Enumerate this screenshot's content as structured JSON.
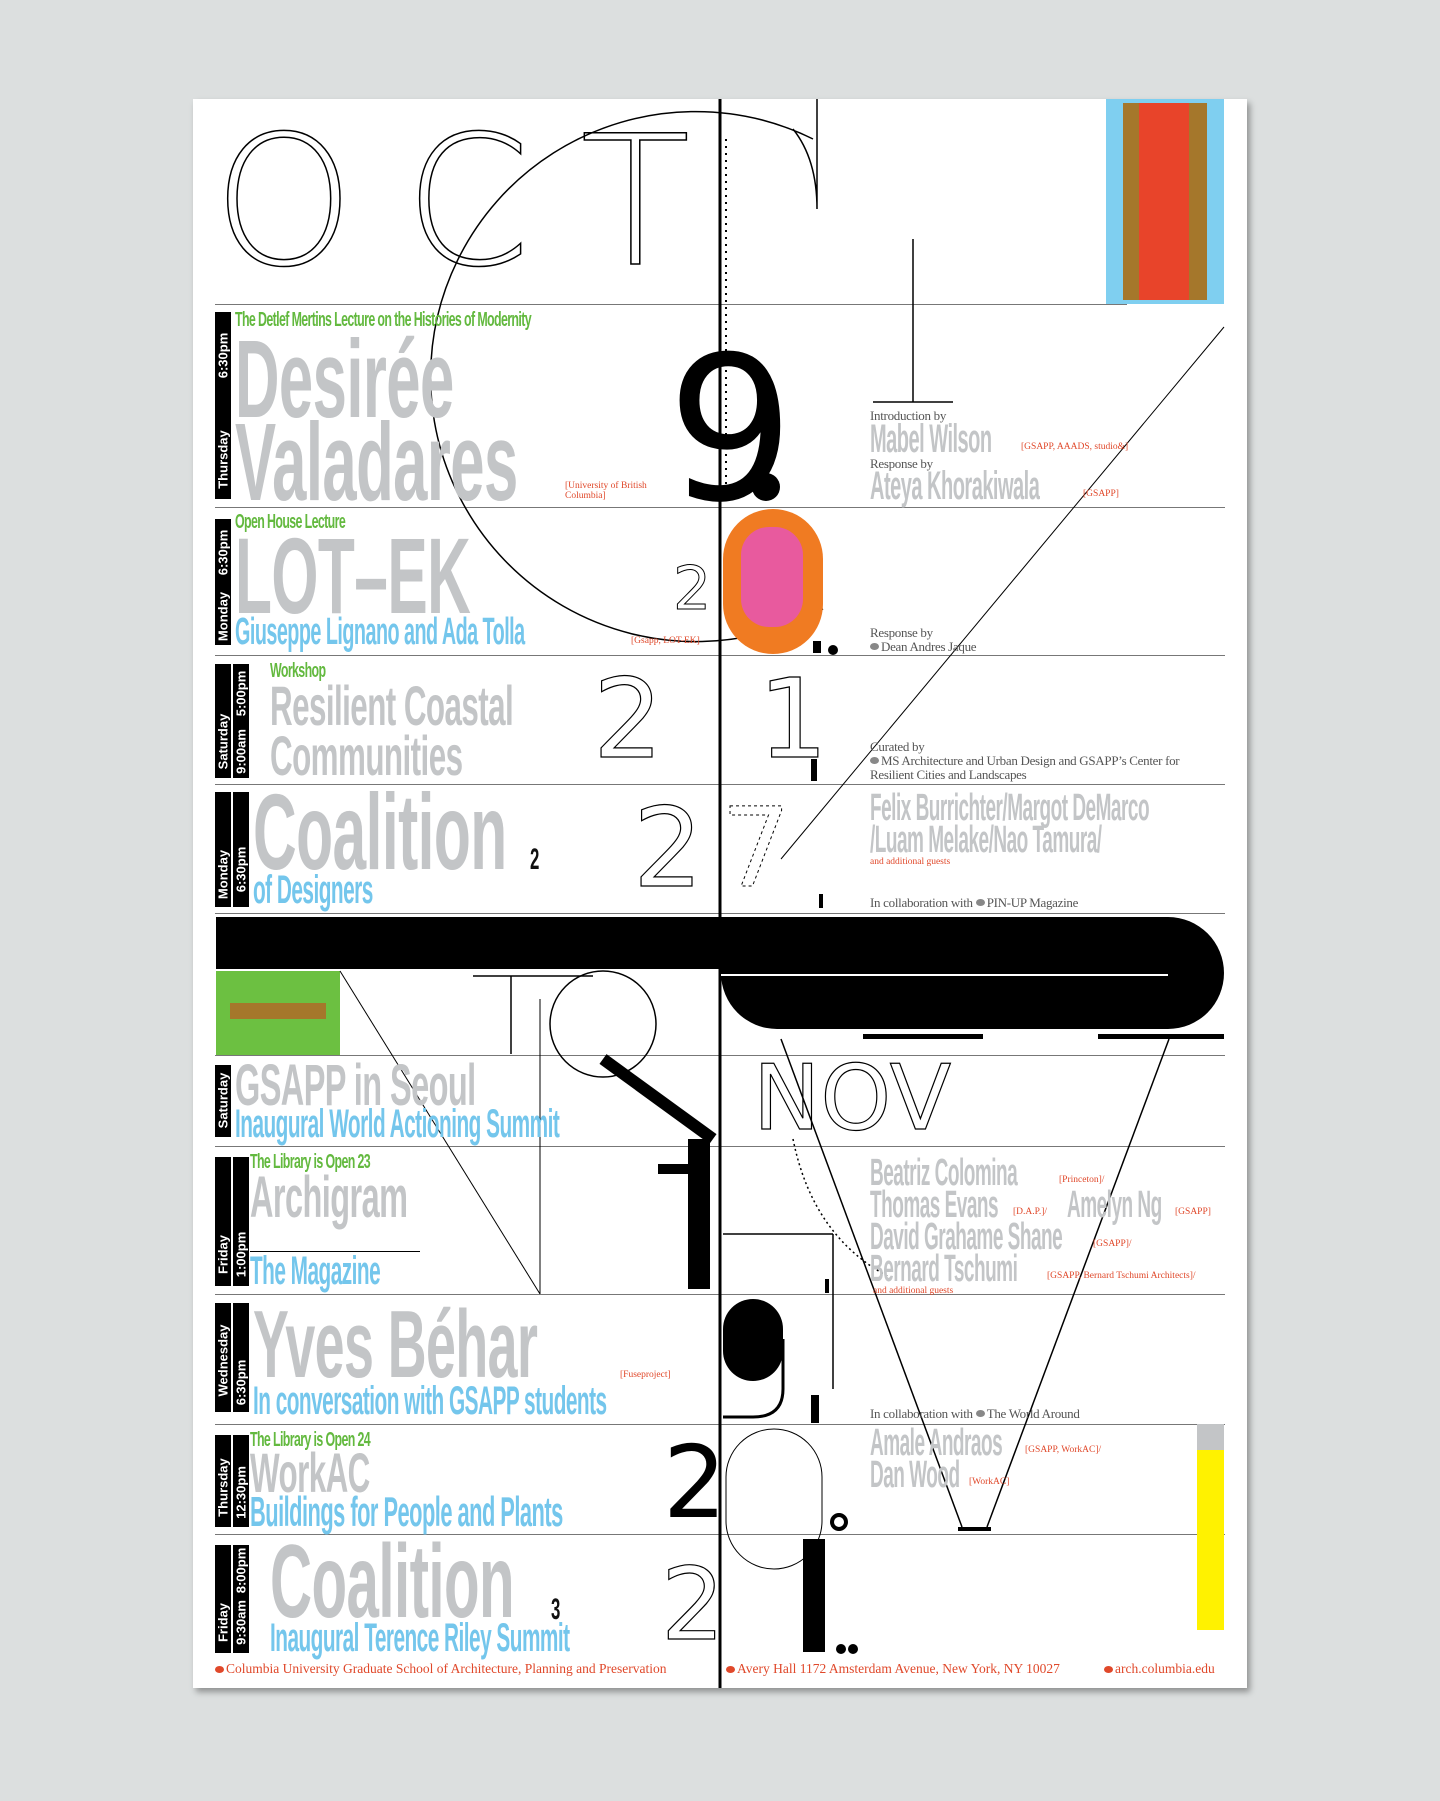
{
  "month_start": "OCT",
  "month_end": "NOV",
  "numerals": {
    "d9": "9",
    "d20": "2",
    "d21a": "2",
    "d21b": "1",
    "d27a": "2",
    "d27b": "7",
    "to_t": "T",
    "to_o": "O",
    "d14a": "1",
    "d14b": "4",
    "d19": "9",
    "d20b": "2",
    "d21c": "2"
  },
  "events": [
    {
      "day": "Thursday",
      "time": "6:30pm",
      "kicker": "The Detlef Mertins Lecture on the Histories of Modernity",
      "title": [
        "Desirée",
        "Valadares"
      ],
      "affiliation": "University of British Columbia"
    },
    {
      "day": "Monday",
      "time": "6:30pm",
      "kicker": "Open House Lecture",
      "title": [
        "LOT–EK"
      ],
      "subtitle": "Giuseppe Lignano and Ada Tolla",
      "affiliation": "Gsapp, LOT-EK"
    },
    {
      "day": "Saturday",
      "time_start": "9:00am",
      "time_end": "5:00pm",
      "kicker": "Workshop",
      "title": [
        "Resilient Coastal",
        "Communities"
      ]
    },
    {
      "day": "Monday",
      "time": "6:30pm",
      "title": [
        "Coalition"
      ],
      "index": "2",
      "subtitle": "of Designers"
    },
    {
      "day": "Saturday",
      "title": [
        "GSAPP in Seoul"
      ],
      "subtitle": "Inaugural World Actioning Summit"
    },
    {
      "day": "Friday",
      "time": "1:00pm",
      "kicker": "The Library is Open 23",
      "title": [
        "Archigram"
      ],
      "subtitle": "The Magazine"
    },
    {
      "day": "Wednesday",
      "time": "6:30pm",
      "title": [
        "Yves Béhar"
      ],
      "subtitle": "In conversation with GSAPP students",
      "affiliation": "Fuseproject"
    },
    {
      "day": "Thursday",
      "time": "12:30pm",
      "kicker": "The Library is Open 24",
      "title": [
        "WorkAC"
      ],
      "subtitle": "Buildings for People and Plants"
    },
    {
      "day": "Friday",
      "time_start": "9:30am",
      "time_end": "8:00pm",
      "title": [
        "Coalition"
      ],
      "index": "3",
      "subtitle": "Inaugural Terence Riley Summit"
    }
  ],
  "right": {
    "intro_label": "Introduction by",
    "intro_name": "Mabel Wilson",
    "intro_aff": "GSAPP, AAADS, studio&",
    "resp_label": "Response by",
    "resp_name": "Ateya Khorakiwala",
    "resp_aff": "GSAPP",
    "resp2_label": "Response by",
    "resp2_name": "Dean Andres Jaque",
    "curated_label": "Curated by",
    "curated_line1": "MS Architecture and Urban Design and GSAPP’s Center for",
    "curated_line2": "Resilient Cities and Landscapes",
    "coalition_line1": "Felix Burrichter/Margot DeMarco",
    "coalition_line2": "/Luam Melake/Nao Tamura/",
    "coalition_guests": "and additional guests",
    "collab1": "In collaboration with",
    "collab1_name": "PIN-UP Magazine",
    "archi": [
      {
        "name": "Beatriz Colomina",
        "aff": "Princeton"
      },
      {
        "name": "Thomas Evans",
        "aff": "D.A.P."
      },
      {
        "name": "Amelyn Ng",
        "aff": "GSAPP"
      },
      {
        "name": "David Grahame Shane",
        "aff": "GSAPP"
      },
      {
        "name": "Bernard Tschumi",
        "aff": "GSAPP, Bernard Tschumi Architects"
      }
    ],
    "archi_guests": "and additional guests",
    "collab2": "In collaboration with",
    "collab2_name": "The World Around",
    "workac": [
      {
        "name": "Amale Andraos",
        "aff": "GSAPP, WorkAC"
      },
      {
        "name": "Dan Wood",
        "aff": "WorkAC"
      }
    ]
  },
  "footer": {
    "school": "Columbia University Graduate School of Architecture, Planning and Preservation",
    "address": "Avery Hall 1172 Amsterdam Avenue, New York, NY 10027",
    "url": "arch.columbia.edu"
  },
  "colors": {
    "grey": "#c3c5c7",
    "blue": "#74c6ec",
    "green": "#63b93f",
    "red": "#e0482a",
    "orange": "#f07b22",
    "pink": "#e85a9e",
    "yellow": "#fff200"
  }
}
